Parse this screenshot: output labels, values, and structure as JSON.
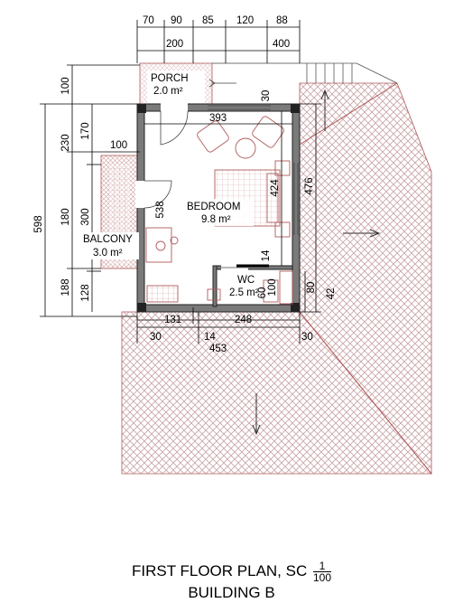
{
  "dimensions": {
    "top_row1": [
      "70",
      "90",
      "85",
      "120",
      "88"
    ],
    "top_row2": [
      "200",
      "400"
    ],
    "left_outer": [
      "598"
    ],
    "left_mid": [
      "100",
      "230",
      "180",
      "188"
    ],
    "left_inner": [
      "170",
      "300",
      "128"
    ],
    "balcony_width": "100",
    "porch_depth": "30",
    "bedroom_width": "393",
    "bedroom_depth": "424",
    "right_overall": "476",
    "door_538": "538",
    "wc_14": "14",
    "wc_100": "100",
    "wc_80": "80",
    "wc_42": "42",
    "wc_60": "60",
    "bottom_131": "131",
    "bottom_248": "248",
    "bottom_30_left": "30",
    "bottom_14": "14",
    "bottom_453": "453",
    "bottom_30_right": "30"
  },
  "rooms": {
    "porch": {
      "name": "PORCH",
      "area": "2.0 m²"
    },
    "bedroom": {
      "name": "BEDROOM",
      "area": "9.8 m²"
    },
    "balcony": {
      "name": "BALCONY",
      "area": "3.0 m²"
    },
    "wc": {
      "name": "WC",
      "area": "2.5 m²"
    }
  },
  "title": {
    "line1": "FIRST FLOOR PLAN, SC",
    "scale_num": "1",
    "scale_den": "100",
    "line2": "BUILDING B"
  },
  "colors": {
    "hatch": "#c9a3a6",
    "wall": "#7a7a7a",
    "furniture": "#b05a5a"
  }
}
